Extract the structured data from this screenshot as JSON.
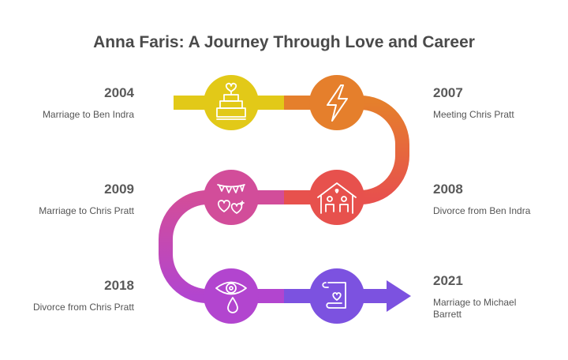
{
  "title": "Anna Faris: A Journey Through Love and Career",
  "events": [
    {
      "year": "2004",
      "desc": "Marriage to Ben Indra",
      "icon": "wedding-cake-icon",
      "color": "#e2c918"
    },
    {
      "year": "2007",
      "desc": "Meeting Chris Pratt",
      "icon": "lightning-icon",
      "color": "#e57f2c"
    },
    {
      "year": "2008",
      "desc": "Divorce from Ben Indra",
      "icon": "separated-house-icon",
      "color": "#e7514d"
    },
    {
      "year": "2009",
      "desc": "Marriage to Chris Pratt",
      "icon": "hearts-bunting-icon",
      "color": "#d24d9a"
    },
    {
      "year": "2018",
      "desc": "Divorce from Chris Pratt",
      "icon": "crying-eye-icon",
      "color": "#b245cf"
    },
    {
      "year": "2021",
      "desc": "Marriage to Michael Barrett",
      "icon": "love-letter-scroll-icon",
      "color": "#7c52e0"
    }
  ]
}
